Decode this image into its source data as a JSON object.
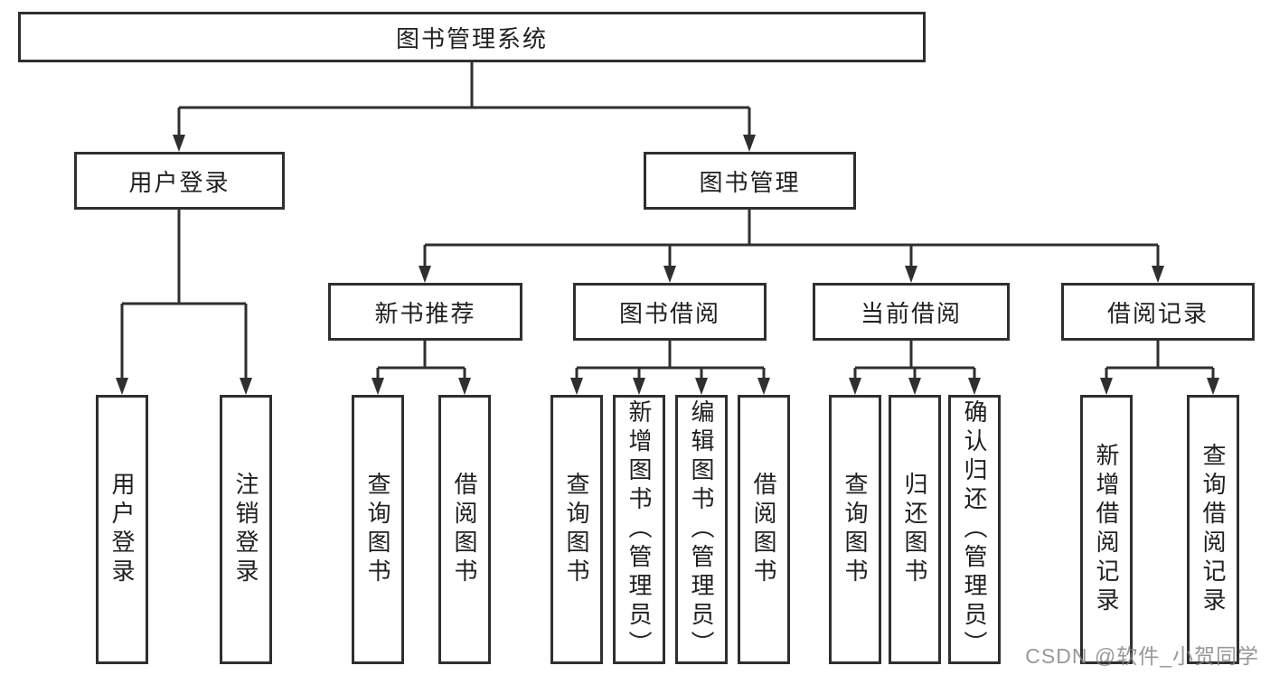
{
  "diagram": {
    "tree": {
      "label": "图书管理系统",
      "children": [
        {
          "label": "用户登录",
          "children": [
            {
              "label": "用户登录"
            },
            {
              "label": "注销登录"
            }
          ]
        },
        {
          "label": "图书管理",
          "children": [
            {
              "label": "新书推荐",
              "children": [
                {
                  "label": "查询图书"
                },
                {
                  "label": "借阅图书"
                }
              ]
            },
            {
              "label": "图书借阅",
              "children": [
                {
                  "label": "查询图书"
                },
                {
                  "label": "新增图书（管理员）"
                },
                {
                  "label": "编辑图书（管理员）"
                },
                {
                  "label": "借阅图书"
                }
              ]
            },
            {
              "label": "当前借阅",
              "children": [
                {
                  "label": "查询图书"
                },
                {
                  "label": "归还图书"
                },
                {
                  "label": "确认归还（管理员）"
                }
              ]
            },
            {
              "label": "借阅记录",
              "children": [
                {
                  "label": "新增借阅记录"
                },
                {
                  "label": "查询借阅记录"
                }
              ]
            }
          ]
        }
      ]
    },
    "watermark": "CSDN @软件_小贺同学",
    "colors": {
      "line": "#2f2f2f",
      "box_border": "#2f2f2f",
      "box_background": "#ffffff",
      "text": "#202020",
      "watermark": "#868686"
    }
  }
}
